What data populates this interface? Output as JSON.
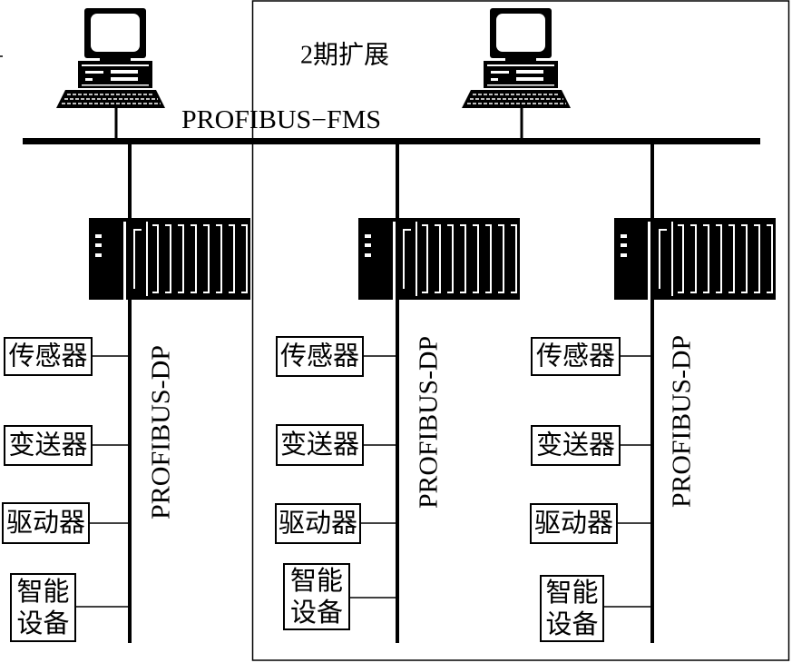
{
  "colors": {
    "ink": "#000000",
    "paper": "#ffffff"
  },
  "icons": {
    "workstation": "computer-icon",
    "controller": "plc-rack-icon"
  },
  "expansion": {
    "label": "2期扩展"
  },
  "fms_bus": {
    "label": "PROFIBUS−FMS"
  },
  "segments": [
    {
      "dp_bus_label": "PROFIBUS-DP",
      "devices": [
        {
          "lines": [
            "传感器"
          ]
        },
        {
          "lines": [
            "变送器"
          ]
        },
        {
          "lines": [
            "驱动器"
          ]
        },
        {
          "lines": [
            "智能",
            "设备"
          ]
        }
      ]
    },
    {
      "dp_bus_label": "PROFIBUS-DP",
      "devices": [
        {
          "lines": [
            "传感器"
          ]
        },
        {
          "lines": [
            "变送器"
          ]
        },
        {
          "lines": [
            "驱动器"
          ]
        },
        {
          "lines": [
            "智能",
            "设备"
          ]
        }
      ]
    },
    {
      "dp_bus_label": "PROFIBUS-DP",
      "devices": [
        {
          "lines": [
            "传感器"
          ]
        },
        {
          "lines": [
            "变送器"
          ]
        },
        {
          "lines": [
            "驱动器"
          ]
        },
        {
          "lines": [
            "智能",
            "设备"
          ]
        }
      ]
    }
  ]
}
